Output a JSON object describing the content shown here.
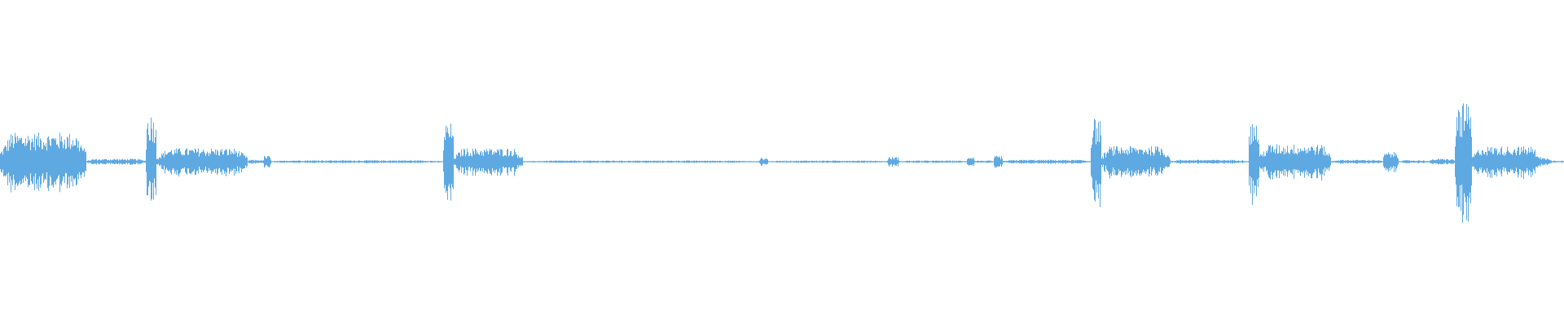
{
  "waveform": {
    "color": "#5FA9E2",
    "background": "#FFFFFF",
    "amplitude_scale": 1.0,
    "segments": [
      {
        "start": 0.0,
        "end": 0.055,
        "level": 0.3
      },
      {
        "start": 0.055,
        "end": 0.093,
        "level": 0.03
      },
      {
        "start": 0.093,
        "end": 0.1,
        "level": 0.5
      },
      {
        "start": 0.1,
        "end": 0.158,
        "level": 0.14
      },
      {
        "start": 0.158,
        "end": 0.168,
        "level": 0.02
      },
      {
        "start": 0.168,
        "end": 0.173,
        "level": 0.06
      },
      {
        "start": 0.173,
        "end": 0.283,
        "level": 0.015
      },
      {
        "start": 0.283,
        "end": 0.29,
        "level": 0.4
      },
      {
        "start": 0.29,
        "end": 0.334,
        "level": 0.14
      },
      {
        "start": 0.334,
        "end": 0.485,
        "level": 0.012
      },
      {
        "start": 0.485,
        "end": 0.491,
        "level": 0.04
      },
      {
        "start": 0.491,
        "end": 0.567,
        "level": 0.012
      },
      {
        "start": 0.567,
        "end": 0.575,
        "level": 0.05
      },
      {
        "start": 0.575,
        "end": 0.618,
        "level": 0.012
      },
      {
        "start": 0.618,
        "end": 0.623,
        "level": 0.06
      },
      {
        "start": 0.623,
        "end": 0.635,
        "level": 0.012
      },
      {
        "start": 0.635,
        "end": 0.641,
        "level": 0.06
      },
      {
        "start": 0.641,
        "end": 0.697,
        "level": 0.02
      },
      {
        "start": 0.697,
        "end": 0.704,
        "level": 0.45
      },
      {
        "start": 0.704,
        "end": 0.748,
        "level": 0.16
      },
      {
        "start": 0.748,
        "end": 0.798,
        "level": 0.02
      },
      {
        "start": 0.798,
        "end": 0.805,
        "level": 0.42
      },
      {
        "start": 0.805,
        "end": 0.851,
        "level": 0.18
      },
      {
        "start": 0.851,
        "end": 0.884,
        "level": 0.02
      },
      {
        "start": 0.884,
        "end": 0.894,
        "level": 0.1
      },
      {
        "start": 0.894,
        "end": 0.914,
        "level": 0.015
      },
      {
        "start": 0.914,
        "end": 0.93,
        "level": 0.03
      },
      {
        "start": 0.93,
        "end": 0.941,
        "level": 0.6
      },
      {
        "start": 0.941,
        "end": 0.985,
        "level": 0.16
      },
      {
        "start": 0.985,
        "end": 0.992,
        "level": 0.04
      },
      {
        "start": 0.992,
        "end": 1.0,
        "level": 0.012
      }
    ]
  }
}
